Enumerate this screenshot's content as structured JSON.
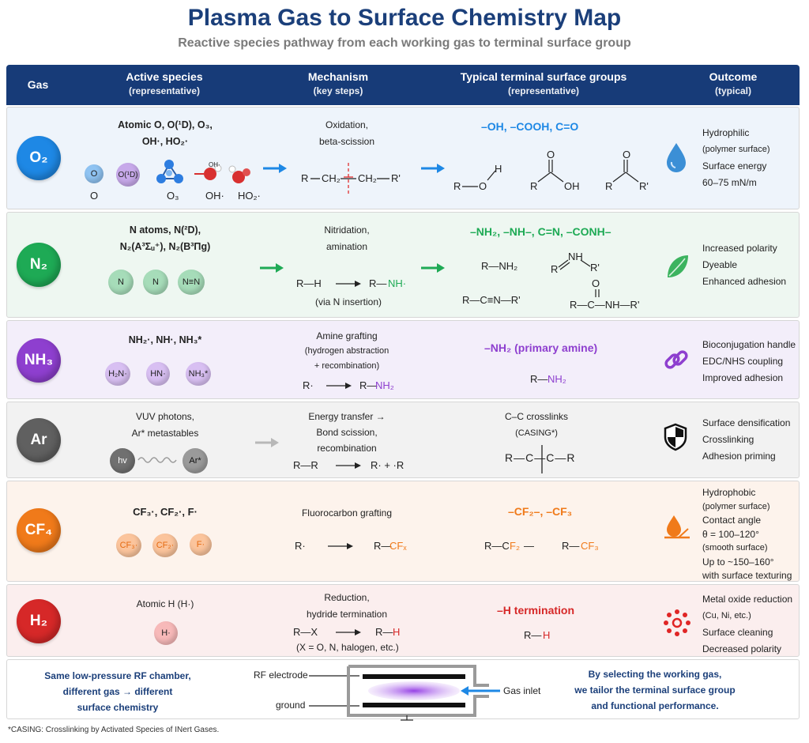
{
  "title": "Plasma Gas to Surface Chemistry Map",
  "subtitle": "Reactive species pathway from each working gas to terminal surface group",
  "header": {
    "gas": "Gas",
    "species": "Active species",
    "species_sub": "(representative)",
    "mechanism": "Mechanism",
    "mechanism_sub": "(key steps)",
    "groups": "Typical terminal surface groups",
    "groups_sub": "(representative)",
    "outcome": "Outcome",
    "outcome_sub": "(typical)"
  },
  "colors": {
    "header": "#173b78",
    "o2": "#1e88e5",
    "n2": "#1eaa55",
    "nh3": "#8e3fcf",
    "ar": "#606060",
    "cf4": "#f07a1a",
    "h2": "#d62828"
  },
  "rows": {
    "o2": {
      "gas": "O₂",
      "species_line1": "Atomic O, O(¹D), O₃,",
      "species_line2": "OH·, HO₂·",
      "balls": [
        "O",
        "O(¹D)"
      ],
      "ball_labels": [
        "O",
        "O₃",
        "OH·",
        "HO₂·"
      ],
      "ball_tag_oh": "OH·",
      "mech_line1": "Oxidation,",
      "mech_line2": "beta-scission",
      "mech_r": "R",
      "mech_ch2a": "CH₂",
      "mech_ch2b": "CH₂",
      "mech_rp": "R'",
      "groups_title": "–OH, –COOH, C=O",
      "struct_r": "R",
      "struct_o": "O",
      "struct_h": "H",
      "struct_oh": "OH",
      "struct_rp": "R'",
      "outcome": [
        "Hydrophilic",
        "(polymer surface)",
        "Surface energy",
        "60–75 mN/m"
      ],
      "icon": "water-drop-icon"
    },
    "n2": {
      "gas": "N₂",
      "species_line1": "N atoms, N(²D),",
      "species_line2": "N₂(A³Σᵤ⁺), N₂(B³Πg)",
      "balls": [
        "N",
        "N",
        "N≡N"
      ],
      "mech_line1": "Nitridation,",
      "mech_line2": "amination",
      "mech_left": "R—H",
      "mech_right": "R—",
      "mech_nh": "NH·",
      "mech_note": "(via N insertion)",
      "groups_title": "–NH₂, –NH–, C=N, –CONH–",
      "struct_a": "R—NH₂",
      "struct_b_r": "R",
      "struct_b_nh": "NH",
      "struct_b_rp": "R'",
      "struct_c": "R—C≡N—R'",
      "struct_d_o": "O",
      "struct_d": "R—C—NH—R'",
      "outcome": [
        "Increased polarity",
        "Dyeable",
        "Enhanced adhesion"
      ],
      "icon": "leaf-icon"
    },
    "nh3": {
      "gas": "NH₃",
      "species_line1": "NH₂·, NH·, NH₃*",
      "balls": [
        "H₂N·",
        "HN·",
        "NH₃*"
      ],
      "mech_line1": "Amine grafting",
      "mech_line2": "(hydrogen abstraction",
      "mech_line3": "+ recombination)",
      "mech_left": "R·",
      "mech_right_r": "R—",
      "mech_right_g": "NH₂",
      "groups_title": "–NH₂ (primary amine)",
      "struct_r": "R—",
      "struct_g": "NH₂",
      "outcome": [
        "Bioconjugation handle",
        "EDC/NHS coupling",
        "Improved adhesion"
      ],
      "icon": "chain-link-icon"
    },
    "ar": {
      "gas": "Ar",
      "species_line1": "VUV photons,",
      "species_line2": "Ar* metastables",
      "balls": [
        "hv",
        "Ar*"
      ],
      "mech_line1": "Energy transfer →",
      "mech_line2": "Bond scission,",
      "mech_line3": "recombination",
      "mech_left": "R—R",
      "mech_right": "R· + ·R",
      "groups_title_line1": "C–C crosslinks",
      "groups_title_line2": "(CASING*)",
      "struct": "R—C—C—R",
      "outcome": [
        "Surface densification",
        "Crosslinking",
        "Adhesion priming"
      ],
      "icon": "shield-icon"
    },
    "cf4": {
      "gas": "CF₄",
      "species_line1": "CF₃·, CF₂·, F·",
      "balls": [
        "CF₃·",
        "CF₂·",
        "F·"
      ],
      "mech_line1": "Fluorocarbon grafting",
      "mech_left": "R·",
      "mech_right_r": "R—",
      "mech_right_g": "CFₓ",
      "groups_title": "–CF₂–, –CF₃",
      "struct_a_r": "R—C",
      "struct_a_g": "F₂",
      "struct_a_end": "—",
      "struct_b_r": "R—",
      "struct_b_g": "CF₃",
      "outcome": [
        "Hydrophobic",
        "(polymer surface)",
        "Contact angle",
        "θ = 100–120°",
        "(smooth surface)",
        "Up to ~150–160°",
        "with surface texturing"
      ],
      "icon": "contact-angle-icon"
    },
    "h2": {
      "gas": "H₂",
      "species_line1": "Atomic H (H·)",
      "balls": [
        "H·"
      ],
      "mech_line1": "Reduction,",
      "mech_line2": "hydride termination",
      "mech_left": "R—X",
      "mech_right_r": "R—",
      "mech_right_g": "H",
      "mech_note": "(X = O, N, halogen, etc.)",
      "groups_title": "–H termination",
      "struct_r": "R—",
      "struct_g": "H",
      "outcome": [
        "Metal oxide reduction",
        "(Cu, Ni, etc.)",
        "Surface cleaning",
        "Decreased polarity"
      ],
      "icon": "dots-burst-icon"
    }
  },
  "bottom": {
    "left_line1": "Same low-pressure RF chamber,",
    "left_line2": "different gas → different",
    "left_line3": "surface chemistry",
    "rf_electrode": "RF electrode",
    "ground": "ground",
    "gas_inlet": "Gas inlet",
    "right_line1": "By selecting the working gas,",
    "right_line2": "we tailor the terminal surface group",
    "right_line3": "and functional performance."
  },
  "footnote": "*CASING: Crosslinking by Activated Species of INert Gases."
}
